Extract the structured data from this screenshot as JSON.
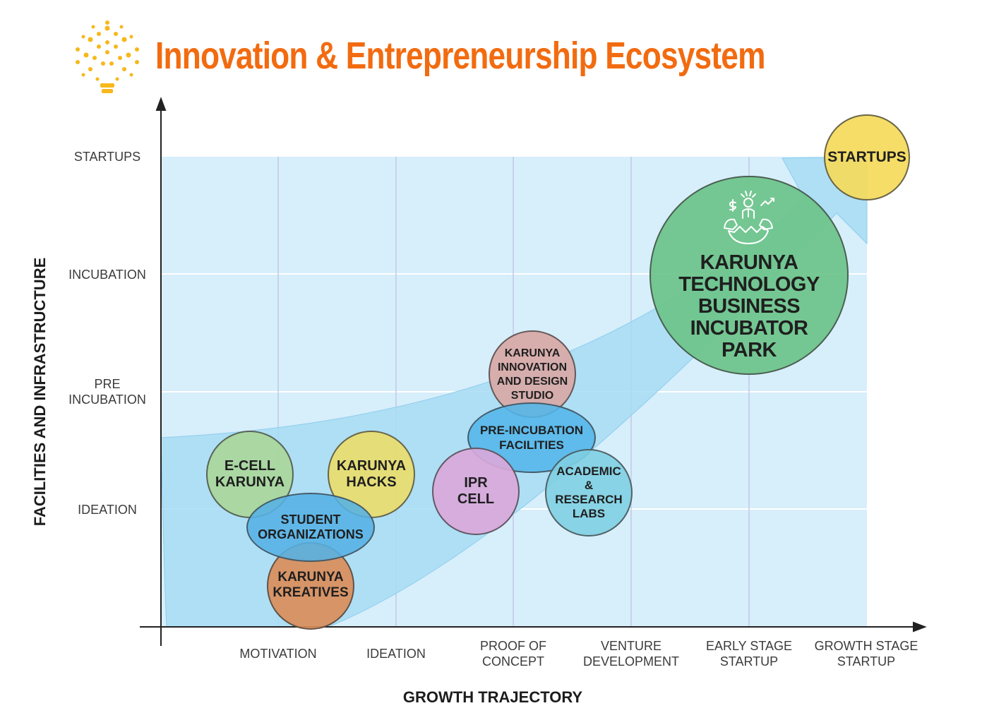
{
  "header": {
    "title": "Innovation & Entrepreneurship Ecosystem",
    "icon": "lightbulb-icon",
    "icon_color": "#f6b81a",
    "title_color": "#f26b10"
  },
  "axes": {
    "y_title": "FACILITIES AND INFRASTRUCTURE",
    "x_title": "GROWTH TRAJECTORY",
    "y_levels": [
      "STARTUPS",
      "INCUBATION",
      "PRE\nINCUBATION",
      "IDEATION"
    ],
    "x_stages": [
      "MOTIVATION",
      "IDEATION",
      "PROOF OF\nCONCEPT",
      "VENTURE\nDEVELOPMENT",
      "EARLY STAGE\nSTARTUP",
      "GROWTH STAGE\nSTARTUP"
    ]
  },
  "bubbles": [
    {
      "label": "E-CELL\nKARUNYA",
      "color": "#a9d69a"
    },
    {
      "label": "KARUNYA\nHACKS",
      "color": "#e9dc6b"
    },
    {
      "label": "STUDENT\nORGANIZATIONS",
      "color": "#5fb4e6"
    },
    {
      "label": "KARUNYA\nKREATIVES",
      "color": "#d98d5a"
    },
    {
      "label": "KARUNYA\nINNOVATION\nAND DESIGN\nSTUDIO",
      "color": "#d8a8a6"
    },
    {
      "label": "PRE-INCUBATION\nFACILITIES",
      "color": "#53b6e9"
    },
    {
      "label": "IPR\nCELL",
      "color": "#d9a8da"
    },
    {
      "label": "ACADEMIC\n&\nRESEARCH\nLABS",
      "color": "#7fcfe2"
    },
    {
      "label": "KARUNYA\nTECHNOLOGY\nBUSINESS\nINCUBATOR\nPARK",
      "color": "#6dc48a"
    },
    {
      "label": "STARTUPS",
      "color": "#f4da5a"
    }
  ],
  "colors": {
    "plot_background": "#d7eefb",
    "arrow": "#a7dcf3",
    "grid": "#ffffff",
    "axis": "#222222"
  }
}
